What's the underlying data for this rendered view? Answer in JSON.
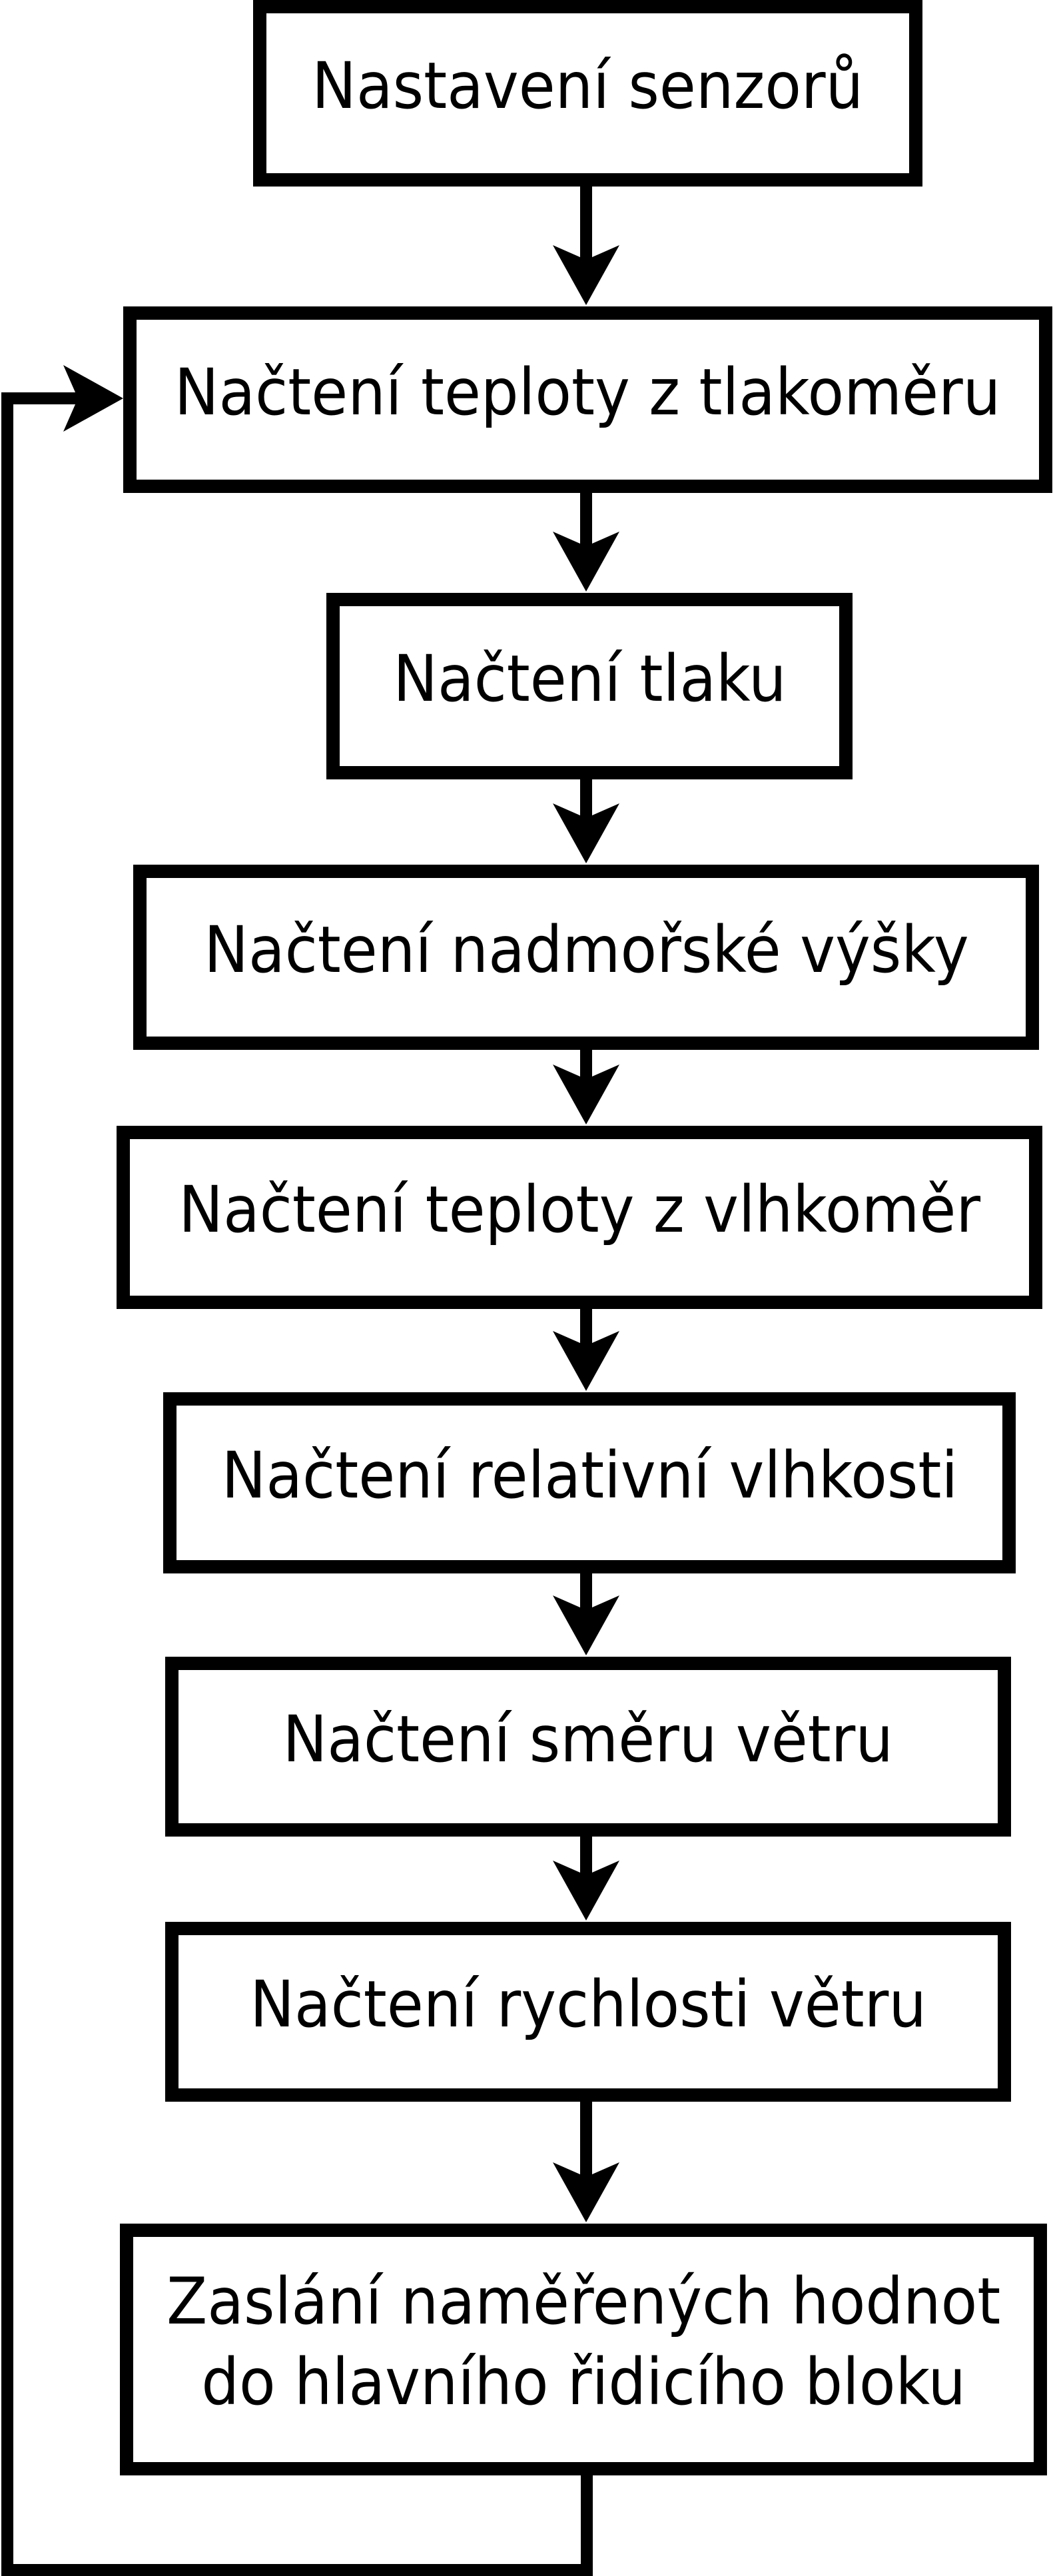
{
  "diagram": {
    "type": "flowchart",
    "language": "cs",
    "colors": {
      "line": "#000000",
      "node_fill": "#ffffff",
      "background": "#ffffff"
    },
    "nodes": [
      {
        "id": "setup-sensors",
        "label": "Nastavení senzorů"
      },
      {
        "id": "read-temp-pressure-sensor",
        "label": "Načtení teploty z tlakoměru"
      },
      {
        "id": "read-pressure",
        "label": "Načtení tlaku"
      },
      {
        "id": "read-altitude",
        "label": "Načtení nadmořské výšky"
      },
      {
        "id": "read-temp-humidity-sensor",
        "label": "Načtení teploty z vlhkoměr"
      },
      {
        "id": "read-relative-humidity",
        "label": "Načtení relativní vlhkosti"
      },
      {
        "id": "read-wind-direction",
        "label": "Načtení směru větru"
      },
      {
        "id": "read-wind-speed",
        "label": "Načtení rychlosti větru"
      },
      {
        "id": "send-values",
        "label": "Zaslání naměřených hodnot\ndo hlavního řidicího bloku"
      }
    ],
    "edges": [
      {
        "from": "setup-sensors",
        "to": "read-temp-pressure-sensor",
        "type": "down-arrow"
      },
      {
        "from": "read-temp-pressure-sensor",
        "to": "read-pressure",
        "type": "down-arrow"
      },
      {
        "from": "read-pressure",
        "to": "read-altitude",
        "type": "down-arrow"
      },
      {
        "from": "read-altitude",
        "to": "read-temp-humidity-sensor",
        "type": "down-arrow"
      },
      {
        "from": "read-temp-humidity-sensor",
        "to": "read-relative-humidity",
        "type": "down-arrow"
      },
      {
        "from": "read-relative-humidity",
        "to": "read-wind-direction",
        "type": "down-arrow"
      },
      {
        "from": "read-wind-direction",
        "to": "read-wind-speed",
        "type": "down-arrow"
      },
      {
        "from": "read-wind-speed",
        "to": "send-values",
        "type": "down-arrow"
      },
      {
        "from": "send-values",
        "to": "read-temp-pressure-sensor",
        "type": "loop-left-side"
      }
    ]
  }
}
